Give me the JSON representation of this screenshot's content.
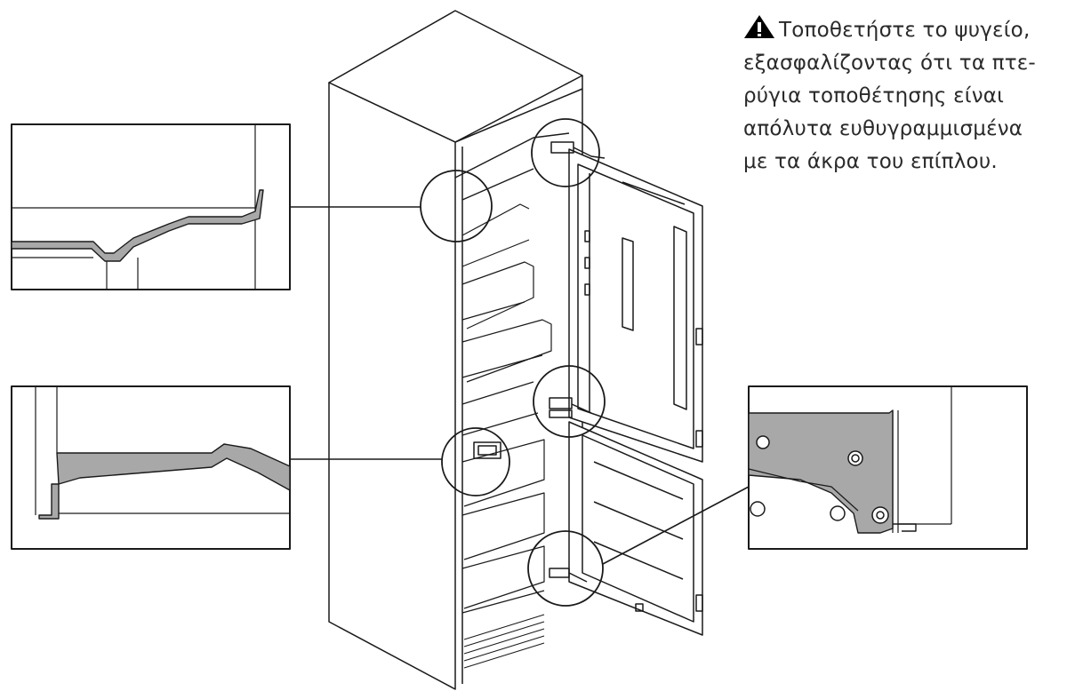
{
  "instruction": {
    "lines": [
      "Τοποθετήστε το ψυγείο,",
      "εξασφαλίζοντας ότι τα πτε-",
      "ρύγια τοποθέτησης είναι",
      "απόλυτα ευθυγραμμισμένα",
      "με τα άκρα του επίπλου."
    ],
    "icon": "warning-triangle-icon"
  },
  "colors": {
    "line": "#1a1a1a",
    "bracket_fill": "#a8a8a8",
    "warning": "#000000"
  }
}
